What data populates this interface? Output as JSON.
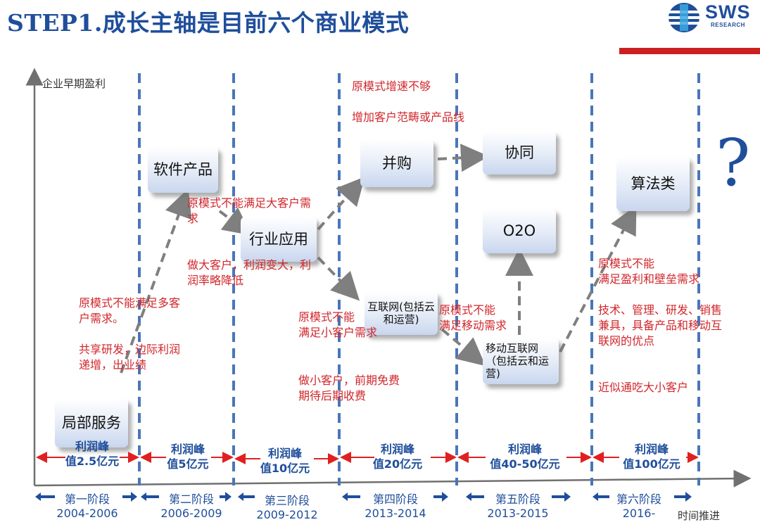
{
  "title": "STEP1.成长主轴是目前六个商业模式",
  "logo": {
    "name": "SWS",
    "sub": "RESEARCH"
  },
  "axis": {
    "y_label": "企业早期盈利",
    "x_label": "时间推进"
  },
  "boxes": {
    "local_service": "局部服务",
    "software_product": "软件产品",
    "industry_app": "行业应用",
    "mna": "并购",
    "internet": "互联网(包括云和运营)",
    "synergy": "协同",
    "o2o": "O2O",
    "mobile_internet": "移动互联网（包括云和运营)",
    "algorithm": "算法类"
  },
  "notes": {
    "n1a": "原模式不能满足多客",
    "n1b": "户需求。",
    "n1c": "共享研发，边际利润",
    "n1d": "递增，出业绩",
    "n2a": "原模式不能满足大客户需",
    "n2b": "求",
    "n2c": "做大客户，利润变大，利",
    "n2d": "润率略降低",
    "n3a": "原模式增速不够",
    "n3b": "增加客户范畴或产品线",
    "n3c": "原模式不能",
    "n3d": "满足小客户需求",
    "n3e": "做小客户，前期免费",
    "n3f": "期待后期收费",
    "n4a": "原模式不能",
    "n4b": "满足移动需求",
    "n5a": "原模式不能",
    "n5b": "满足盈利和壁垒需求",
    "n5c": "技术、管理、研发、销售",
    "n5d": "兼具，具备产品和移动互",
    "n5e": "联网的优点",
    "n5f": "近似通吃大小客户"
  },
  "profits": [
    {
      "label": "利润峰",
      "value": "值2.5亿元"
    },
    {
      "label": "利润峰",
      "value": "值5亿元"
    },
    {
      "label": "利润峰",
      "value": "值10亿元"
    },
    {
      "label": "利润峰",
      "value": "值20亿元"
    },
    {
      "label": "利润峰",
      "value": "值40-50亿元"
    },
    {
      "label": "利润峰",
      "value": "值100亿元"
    }
  ],
  "stages": [
    {
      "name": "第一阶段",
      "years": "2004-2006"
    },
    {
      "name": "第二阶段",
      "years": "2006-2009"
    },
    {
      "name": "第三阶段",
      "years": "2009-2012"
    },
    {
      "name": "第四阶段",
      "years": "2013-2014"
    },
    {
      "name": "第五阶段",
      "years": "2013-2015"
    },
    {
      "name": "第六阶段",
      "years": "2016-"
    }
  ],
  "unknown": "?",
  "colors": {
    "brand_blue": "#1f4e9b",
    "note_red": "#d0262b",
    "divider_blue": "#4a76b8",
    "arrow_gray": "#7f7f7f",
    "profit_arrow_red": "#e02020"
  }
}
